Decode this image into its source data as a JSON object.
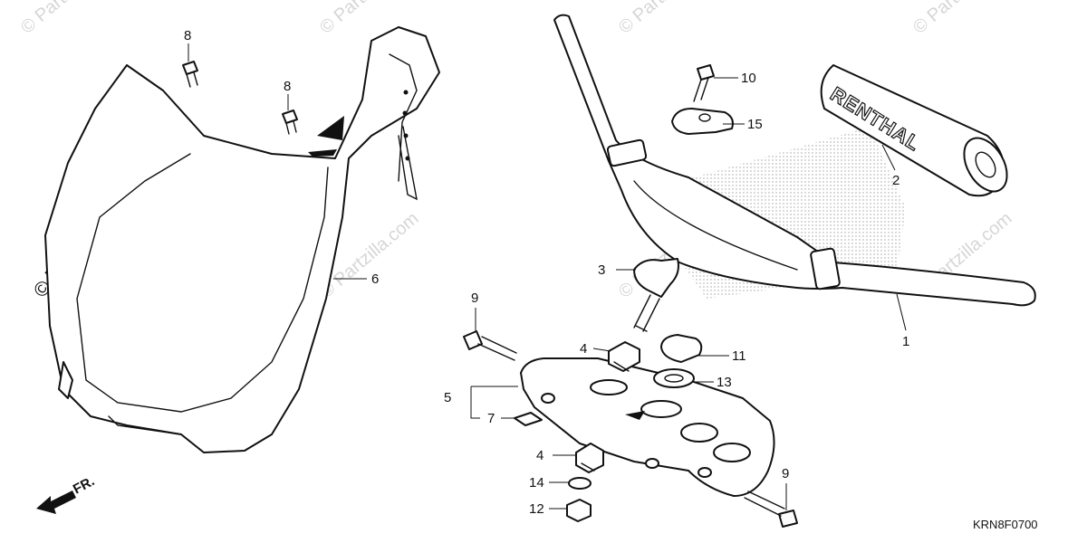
{
  "watermarks": {
    "top_1": "© Partzilla.com",
    "top_2": "© Partzilla.com",
    "top_3": "© Partzilla.com",
    "top_4": "© Partzilla.com",
    "side": "© Partzilla.com",
    "mid_1": "© Partzilla.com",
    "mid_2": "© Partzilla.com",
    "mid_3": "© Partzilla.com"
  },
  "grip_brand": "RENTHAL",
  "front_indicator": "FR.",
  "diagram_code": "KRN8F0700",
  "callouts": {
    "c1": "1",
    "c2": "2",
    "c3": "3",
    "c4a": "4",
    "c4b": "4",
    "c5": "5",
    "c6": "6",
    "c7": "7",
    "c8a": "8",
    "c8b": "8",
    "c9a": "9",
    "c9b": "9",
    "c10": "10",
    "c11": "11",
    "c12": "12",
    "c13": "13",
    "c14": "14",
    "c15": "15"
  },
  "colors": {
    "ink": "#111111",
    "watermark": "#d6d6d6",
    "background": "#ffffff"
  }
}
